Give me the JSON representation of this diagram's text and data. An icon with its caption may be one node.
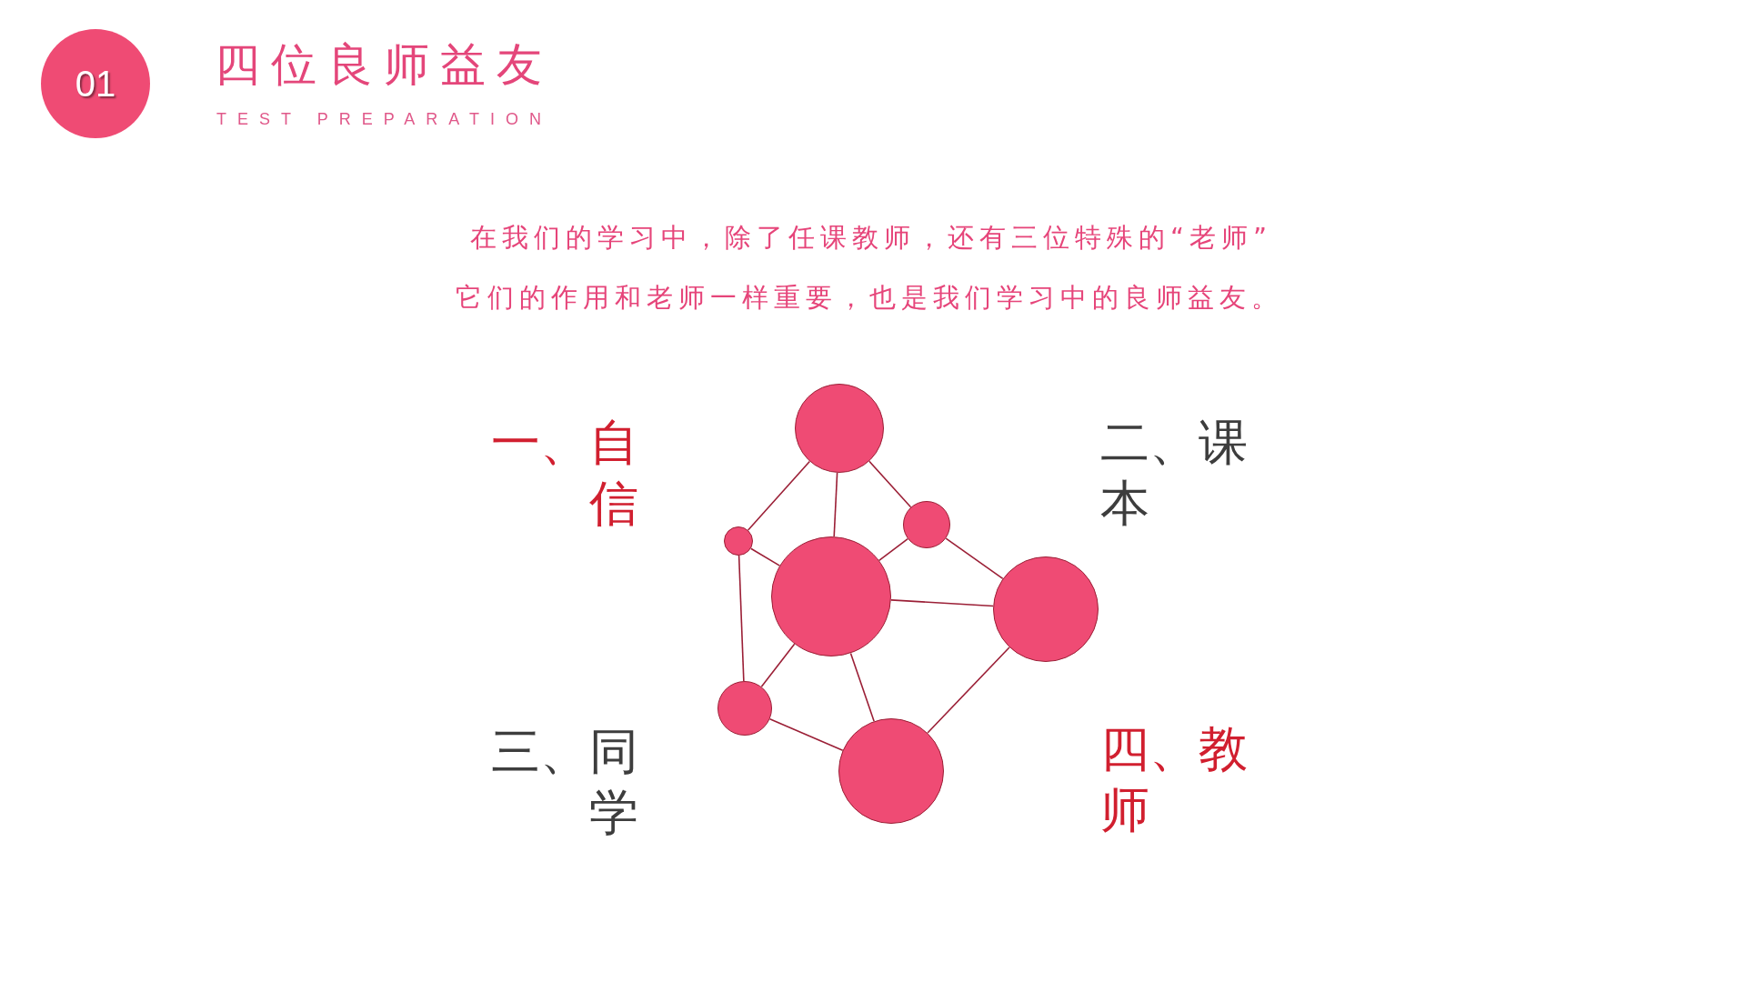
{
  "diagram": {
    "title": "四位良师益友",
    "nodes": [
      {
        "text": [
          "01"
        ]
      },
      {
        "text": [],
        "shape": "circle"
      },
      {
        "text": [],
        "shape": "circle"
      },
      {
        "text": [],
        "shape": "circle"
      },
      {
        "text": [],
        "shape": "circle"
      },
      {
        "text": [],
        "shape": "circle"
      },
      {
        "text": [],
        "shape": "circle"
      },
      {
        "text": [],
        "shape": "circle"
      }
    ],
    "edges": [
      {
        "from": 1,
        "to": 3,
        "arrow": "none"
      },
      {
        "from": 1,
        "to": 4,
        "arrow": "none"
      },
      {
        "from": 1,
        "to": 2,
        "arrow": "none"
      },
      {
        "from": 2,
        "to": 4,
        "arrow": "none"
      },
      {
        "from": 2,
        "to": 5,
        "arrow": "none"
      },
      {
        "from": 3,
        "to": 4,
        "arrow": "none"
      },
      {
        "from": 3,
        "to": 6,
        "arrow": "none"
      },
      {
        "from": 4,
        "to": 5,
        "arrow": "none"
      },
      {
        "from": 4,
        "to": 6,
        "arrow": "none"
      },
      {
        "from": 4,
        "to": 7,
        "arrow": "none"
      },
      {
        "from": 5,
        "to": 7,
        "arrow": "none"
      },
      {
        "from": 6,
        "to": 7,
        "arrow": "none"
      }
    ],
    "labels": [
      "TEST PREPARATION",
      "在我们的学习中，除了任课教师，还有三位特殊的“老师”",
      "它们的作用和老师一样重要，也是我们学习中的良师益友。",
      "一、自信",
      "二、课本",
      "三、同学",
      "四、教师"
    ]
  }
}
